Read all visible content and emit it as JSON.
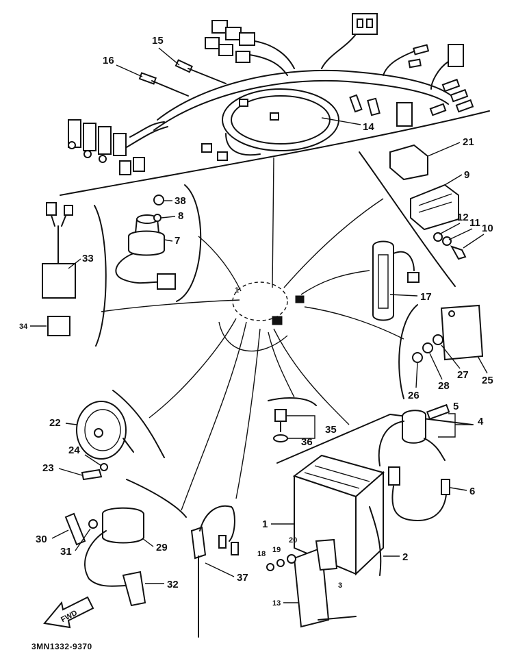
{
  "diagram": {
    "drawing_code": "3MN1332-9370",
    "fwd_label": "FWD",
    "labels": {
      "p1": "1",
      "p2": "2",
      "p3": "3",
      "p4": "4",
      "p5": "5",
      "p6": "6",
      "p7": "7",
      "p8": "8",
      "p9": "9",
      "p10": "10",
      "p11": "11",
      "p12": "12",
      "p13": "13",
      "p14": "14",
      "p15": "15",
      "p16": "16",
      "p17": "17",
      "p18": "18",
      "p19": "19",
      "p20": "20",
      "p21": "21",
      "p22": "22",
      "p23": "23",
      "p24": "24",
      "p25": "25",
      "p26": "26",
      "p27": "27",
      "p28": "28",
      "p29": "29",
      "p30": "30",
      "p31": "31",
      "p32": "32",
      "p33": "33",
      "p34": "34",
      "p35": "35",
      "p36": "36",
      "p37": "37",
      "p38": "38",
      "p1b": "1"
    }
  }
}
